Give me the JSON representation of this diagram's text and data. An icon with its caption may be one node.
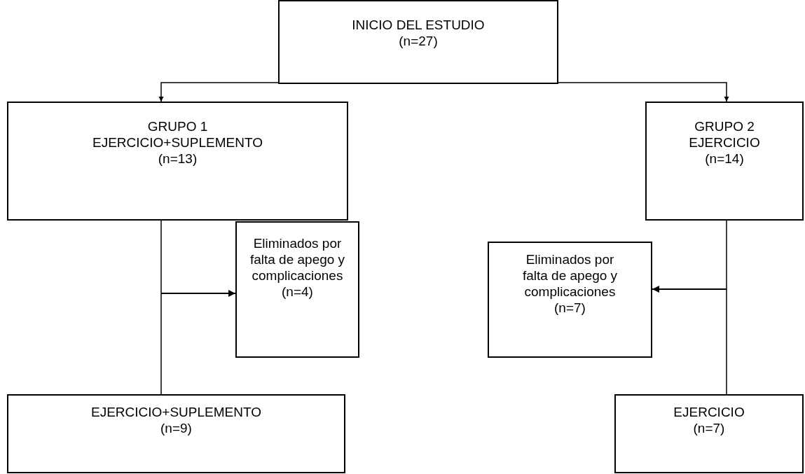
{
  "diagram": {
    "nodes": [
      {
        "text": [
          "INICIO DEL ESTUDIO",
          "(n=27)"
        ]
      },
      {
        "text": [
          "GRUPO 1",
          "EJERCICIO+SUPLEMENTO",
          "(n=13)"
        ]
      },
      {
        "text": [
          "GRUPO 2",
          "EJERCICIO",
          "(n=14)"
        ]
      },
      {
        "text": [
          "Eliminados por falta de apego y complicaciones",
          "(n=4)"
        ]
      },
      {
        "text": [
          "Eliminados por falta de apego y complicaciones",
          "(n=7)"
        ]
      },
      {
        "text": [
          "EJERCICIO+SUPLEMENTO",
          "(n=9)"
        ]
      },
      {
        "text": [
          "EJERCICIO",
          "(n=7)"
        ]
      }
    ],
    "edges": [
      {
        "from": 0,
        "to": 1,
        "arrow": "to"
      },
      {
        "from": 0,
        "to": 2,
        "arrow": "to"
      },
      {
        "from": null,
        "to": 3,
        "arrow": "to"
      },
      {
        "from": null,
        "to": 4,
        "arrow": "to"
      },
      {
        "from": 1,
        "to": 5,
        "arrow": "none"
      },
      {
        "from": 2,
        "to": 6,
        "arrow": "none"
      }
    ]
  }
}
